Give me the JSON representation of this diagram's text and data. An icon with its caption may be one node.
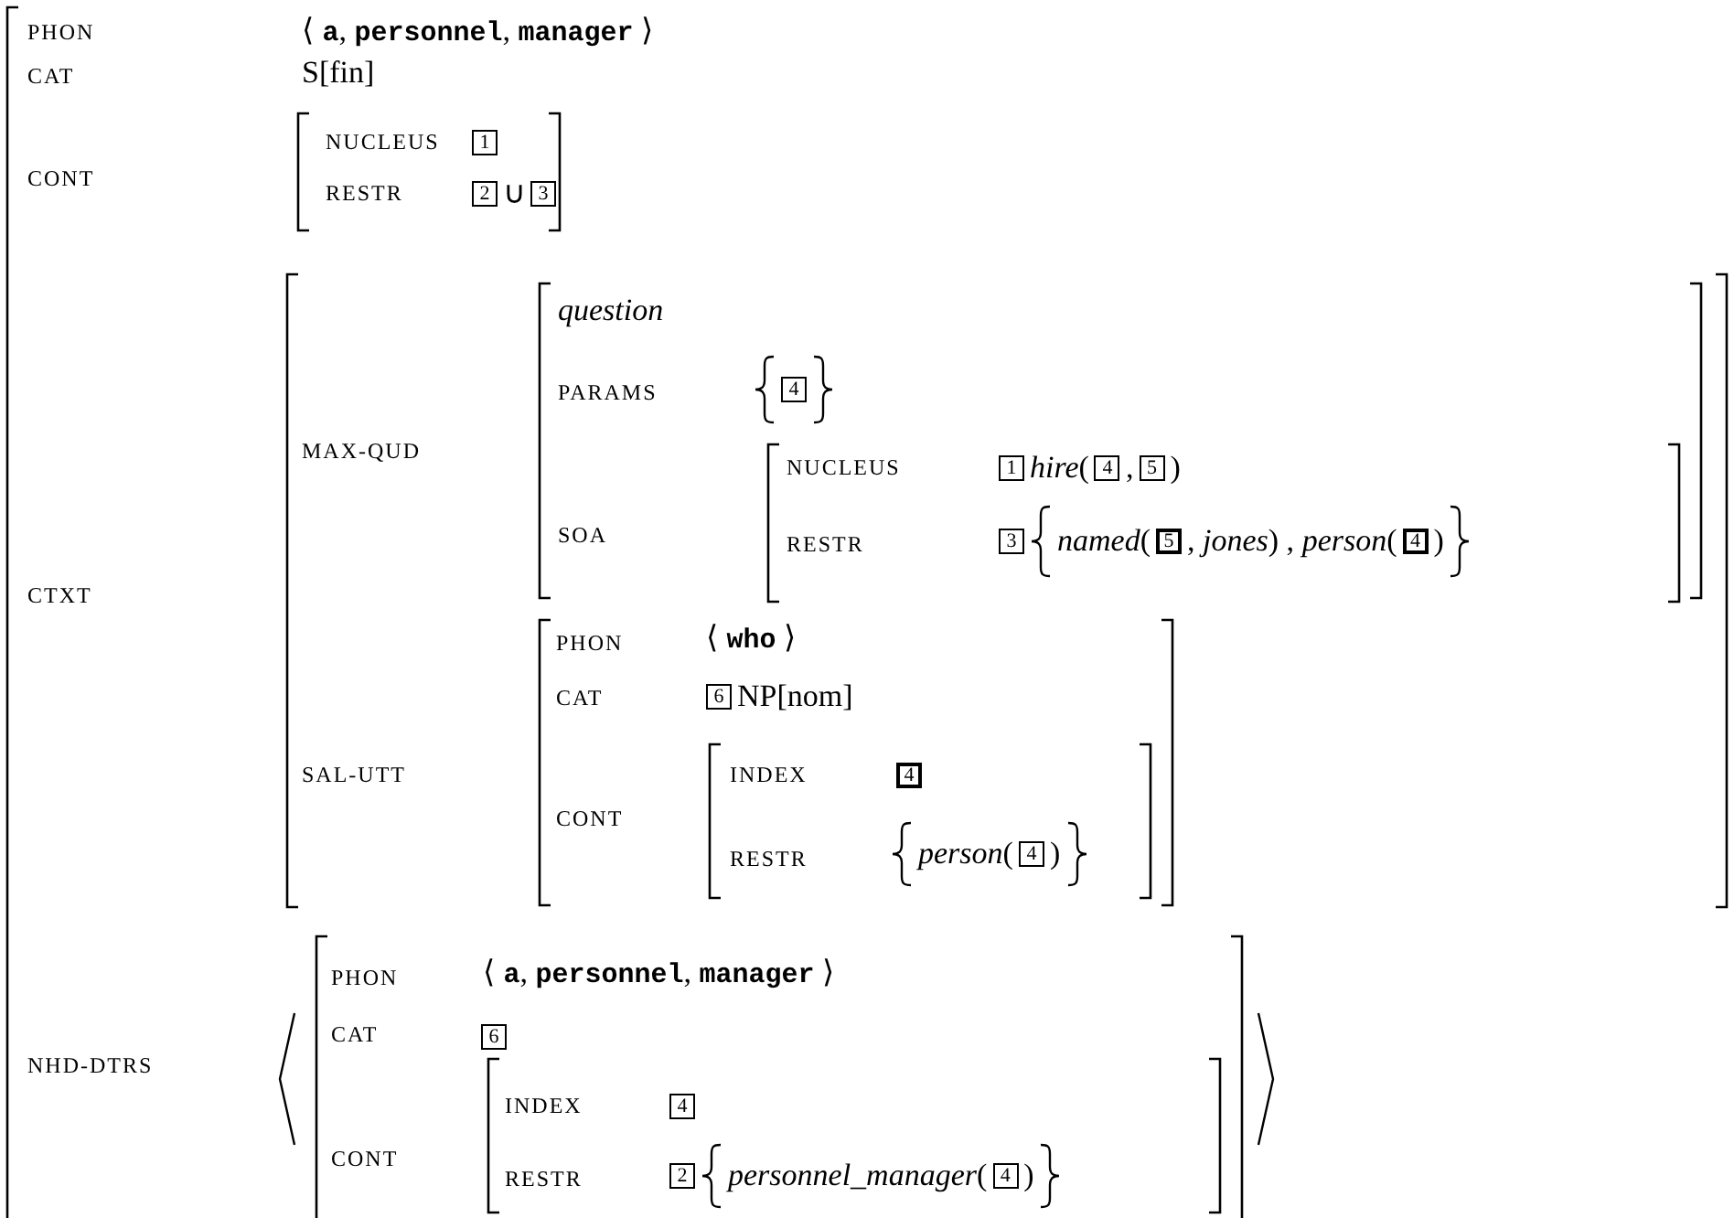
{
  "diagram": {
    "nodes": [
      {
        "text": [
          "PHON",
          "⟨ **a**, **personnel**, **manager** ⟩",
          "CAT",
          "S[fin]",
          "CONT",
          "CTXT",
          "NHD-DTRS"
        ]
      },
      {
        "text": [
          "NUCLEUS",
          "RESTR",
          "∪"
        ],
        "in": 0
      },
      {
        "text": [
          "1"
        ],
        "in": 1
      },
      {
        "text": [
          "2"
        ],
        "in": 1
      },
      {
        "text": [
          "3"
        ],
        "in": 1
      },
      {
        "text": [
          "MAX-QUD",
          "SAL-UTT"
        ],
        "in": 0
      },
      {
        "text": [
          "question",
          "PARAMS",
          "SOA"
        ],
        "in": 5
      },
      {
        "text": [
          "4"
        ],
        "in": 6
      },
      {
        "text": [
          "NUCLEUS",
          "RESTR",
          "*hire*(",
          ",",
          ")",
          "*named*(",
          ", *jones*) , *person*(",
          ")"
        ],
        "in": 6
      },
      {
        "text": [
          "1"
        ],
        "in": 8
      },
      {
        "text": [
          "4"
        ],
        "in": 8
      },
      {
        "text": [
          "5"
        ],
        "in": 8
      },
      {
        "text": [
          "3"
        ],
        "in": 8
      },
      {
        "text": [
          "5"
        ],
        "in": 8
      },
      {
        "text": [
          "4"
        ],
        "in": 8
      },
      {
        "text": [
          "PHON",
          "⟨ **who** ⟩",
          "CAT",
          "NP[nom]",
          "CONT"
        ],
        "in": 5
      },
      {
        "text": [
          "6"
        ],
        "in": 15
      },
      {
        "text": [
          "INDEX",
          "RESTR",
          "*person*(",
          ")"
        ],
        "in": 15
      },
      {
        "text": [
          "4"
        ],
        "in": 17
      },
      {
        "text": [
          "4"
        ],
        "in": 17
      },
      {
        "text": [
          "PHON",
          "⟨ **a**, **personnel**, **manager** ⟩",
          "CAT",
          "CONT"
        ],
        "in": 0
      },
      {
        "text": [
          "6"
        ],
        "in": 20
      },
      {
        "text": [
          "INDEX",
          "RESTR",
          "*personnel_manager*(",
          ")"
        ],
        "in": 20
      },
      {
        "text": [
          "4"
        ],
        "in": 22
      },
      {
        "text": [
          "2"
        ],
        "in": 22
      },
      {
        "text": [
          "4"
        ],
        "in": 22
      }
    ]
  }
}
